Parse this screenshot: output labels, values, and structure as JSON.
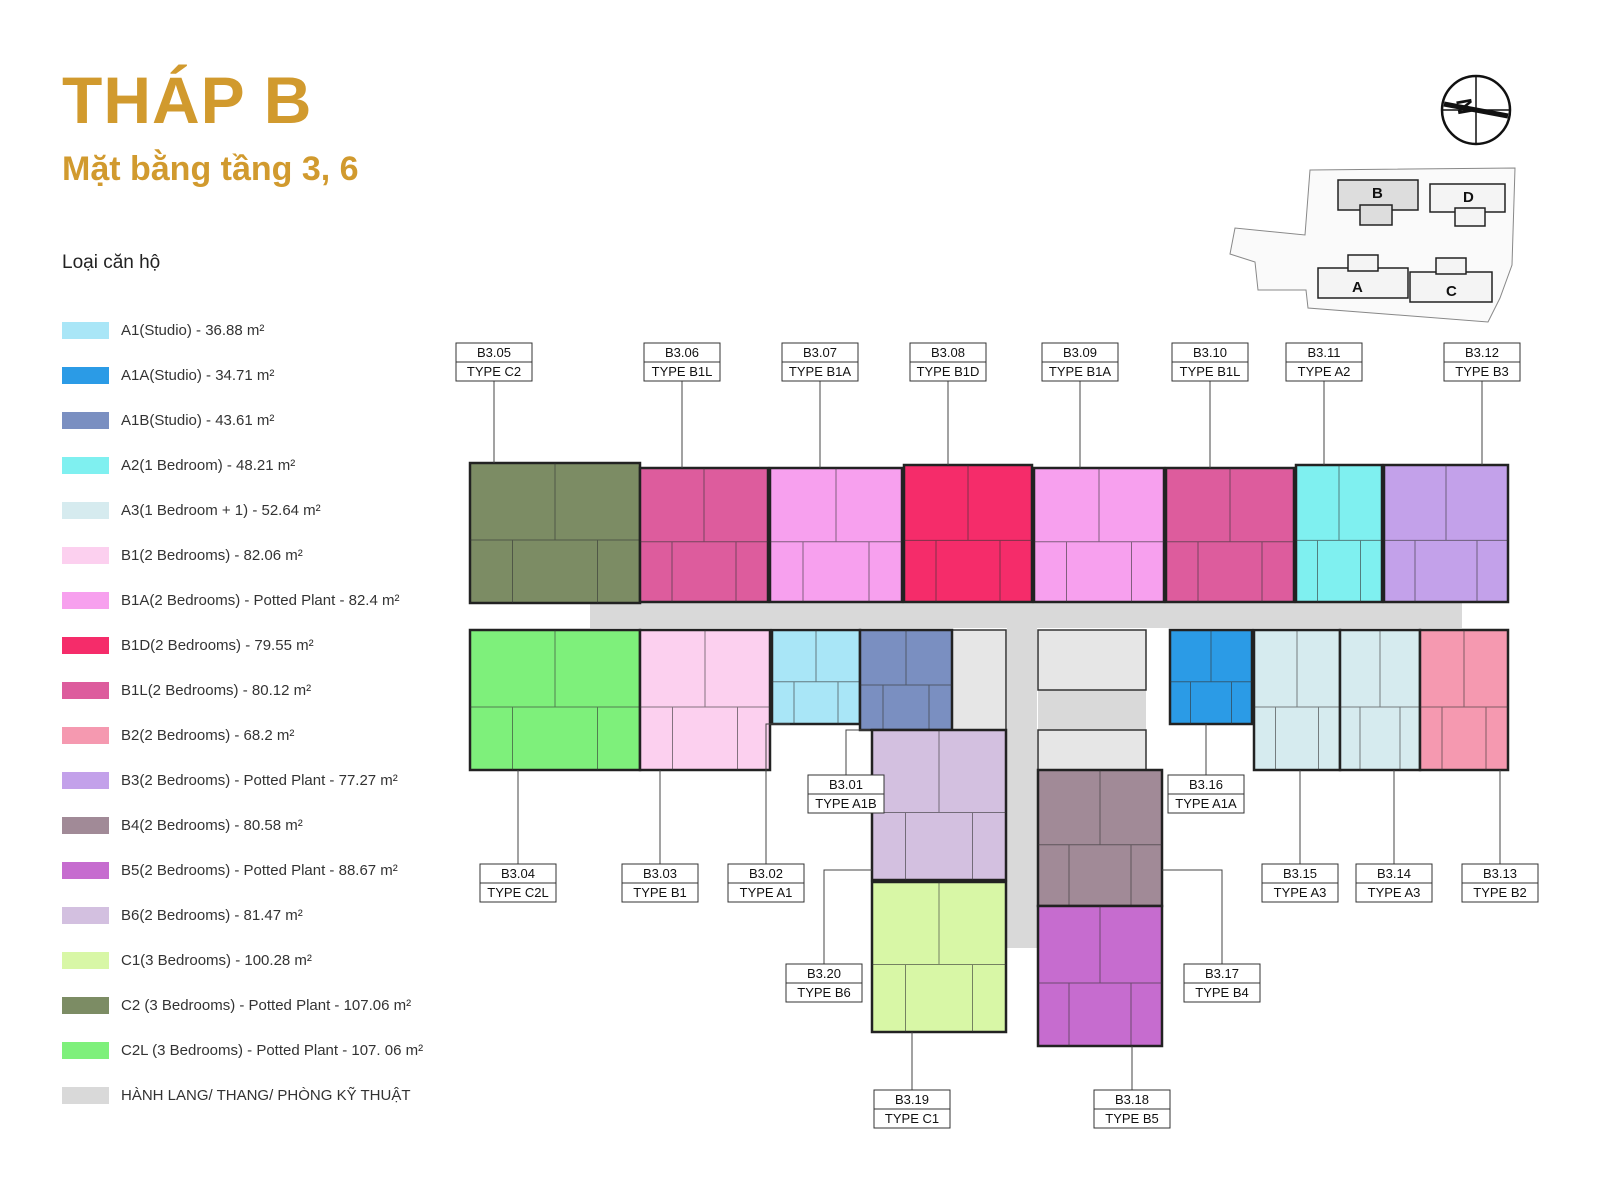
{
  "header": {
    "title": "THÁP B",
    "subtitle": "Mặt bằng tầng 3, 6"
  },
  "legend": {
    "heading": "Loại căn hộ",
    "items": [
      {
        "label": "A1(Studio) - 36.88 m²",
        "color": "#a9e6f7"
      },
      {
        "label": "A1A(Studio) - 34.71 m²",
        "color": "#2b9be6"
      },
      {
        "label": "A1B(Studio) - 43.61 m²",
        "color": "#7a8fc1"
      },
      {
        "label": "A2(1 Bedroom) - 48.21 m²",
        "color": "#7ff0f0"
      },
      {
        "label": "A3(1 Bedroom + 1) - 52.64 m²",
        "color": "#d6ebef"
      },
      {
        "label": "B1(2 Bedrooms) - 82.06 m²",
        "color": "#fcd0ef"
      },
      {
        "label": "B1A(2 Bedrooms) - Potted Plant - 82.4 m²",
        "color": "#f7a0ee"
      },
      {
        "label": "B1D(2 Bedrooms) - 79.55 m²",
        "color": "#f52c6a"
      },
      {
        "label": "B1L(2 Bedrooms) - 80.12 m²",
        "color": "#dd5c9d"
      },
      {
        "label": "B2(2 Bedrooms) - 68.2 m²",
        "color": "#f599b0"
      },
      {
        "label": "B3(2 Bedrooms) - Potted Plant - 77.27 m²",
        "color": "#c3a1ea"
      },
      {
        "label": "B4(2 Bedrooms) - 80.58 m²",
        "color": "#a18a97"
      },
      {
        "label": "B5(2 Bedrooms) - Potted Plant - 88.67 m²",
        "color": "#c66ccf"
      },
      {
        "label": "B6(2 Bedrooms) - 81.47 m²",
        "color": "#d3c0e0"
      },
      {
        "label": "C1(3 Bedrooms) - 100.28 m²",
        "color": "#d8f7a6"
      },
      {
        "label": "C2 (3 Bedrooms) - Potted Plant - 107.06 m²",
        "color": "#7c8c64"
      },
      {
        "label": "C2L (3 Bedrooms) - Potted Plant - 107. 06 m²",
        "color": "#7ef07b"
      },
      {
        "label": "HÀNH LANG/ THANG/ PHÒNG KỸ THUẬT",
        "color": "#d9d9d9"
      }
    ]
  },
  "compass": {
    "label": "N"
  },
  "keymap": {
    "labels": [
      "B",
      "D",
      "A",
      "C"
    ]
  },
  "units": [
    {
      "code": "B3.05",
      "type": "TYPE C2",
      "color": "#7c8c64"
    },
    {
      "code": "B3.06",
      "type": "TYPE B1L",
      "color": "#dd5c9d"
    },
    {
      "code": "B3.07",
      "type": "TYPE B1A",
      "color": "#f7a0ee"
    },
    {
      "code": "B3.08",
      "type": "TYPE B1D",
      "color": "#f52c6a"
    },
    {
      "code": "B3.09",
      "type": "TYPE B1A",
      "color": "#f7a0ee"
    },
    {
      "code": "B3.10",
      "type": "TYPE B1L",
      "color": "#dd5c9d"
    },
    {
      "code": "B3.11",
      "type": "TYPE A2",
      "color": "#7ff0f0"
    },
    {
      "code": "B3.12",
      "type": "TYPE B3",
      "color": "#c3a1ea"
    },
    {
      "code": "B3.04",
      "type": "TYPE C2L",
      "color": "#7ef07b"
    },
    {
      "code": "B3.03",
      "type": "TYPE B1",
      "color": "#fcd0ef"
    },
    {
      "code": "B3.02",
      "type": "TYPE A1",
      "color": "#a9e6f7"
    },
    {
      "code": "B3.01",
      "type": "TYPE A1B",
      "color": "#7a8fc1"
    },
    {
      "code": "B3.16",
      "type": "TYPE A1A",
      "color": "#2b9be6"
    },
    {
      "code": "B3.15",
      "type": "TYPE A3",
      "color": "#d6ebef"
    },
    {
      "code": "B3.14",
      "type": "TYPE A3",
      "color": "#d6ebef"
    },
    {
      "code": "B3.13",
      "type": "TYPE B2",
      "color": "#f599b0"
    },
    {
      "code": "B3.20",
      "type": "TYPE B6",
      "color": "#d3c0e0"
    },
    {
      "code": "B3.17",
      "type": "TYPE B4",
      "color": "#a18a97"
    },
    {
      "code": "B3.19",
      "type": "TYPE C1",
      "color": "#d8f7a6"
    },
    {
      "code": "B3.18",
      "type": "TYPE B5",
      "color": "#c66ccf"
    }
  ]
}
